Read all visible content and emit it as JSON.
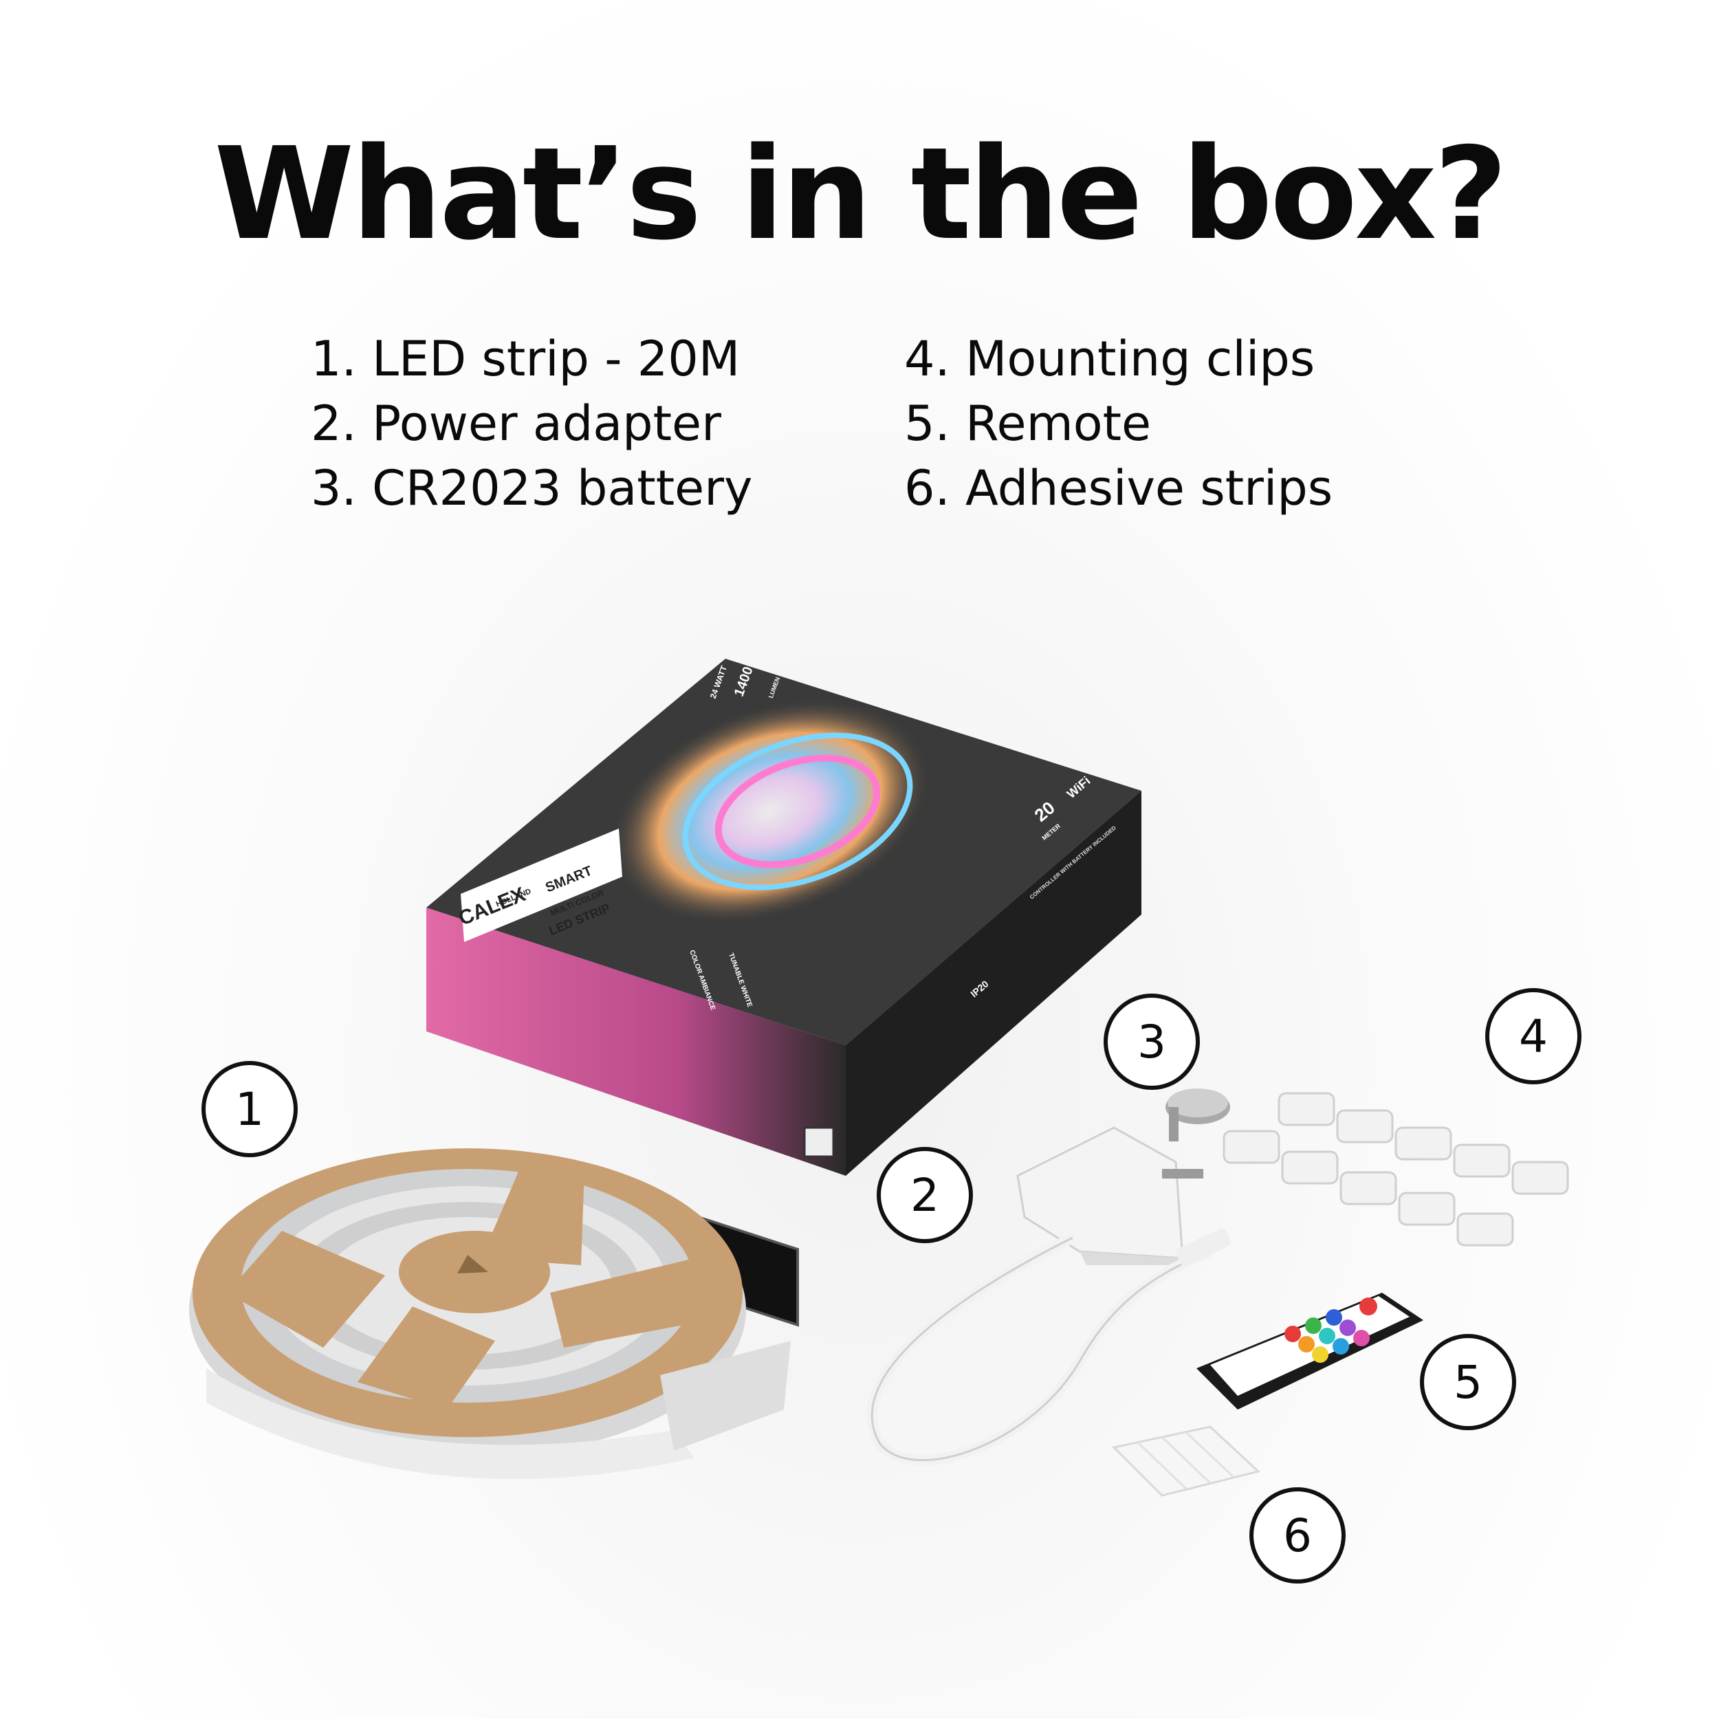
{
  "headline": "What’s in the box?",
  "items_left": [
    "1. LED strip - 20M",
    "2. Power adapter",
    "3. CR2023 battery"
  ],
  "items_right": [
    "4. Mounting clips",
    "5. Remote",
    "6. Adhesive strips"
  ],
  "callouts": [
    "1",
    "2",
    "3",
    "4",
    "5",
    "6"
  ],
  "box": {
    "brand": "CALEX",
    "brand_sub": "HOLLAND",
    "product_line": "SMART",
    "product_type": "MULTI COLOR",
    "product_name": "LED STRIP",
    "length": "20",
    "length_unit": "METER",
    "wattage": "24 WATT",
    "lumen": "1400",
    "lumen_unit": "LUMEN",
    "connectivity": "WiFi",
    "rating": "IP20",
    "feature_1": "COLOR AMBIANCE",
    "feature_2": "TUNABLE WHITE",
    "side_note": "CONTROLLER WITH BATTERY INCLUDED"
  },
  "colors": {
    "text": "#0a0a0a",
    "cardboard": "#c89f73",
    "box_dark": "#2b2b2b",
    "box_pink": "#d6508e"
  }
}
